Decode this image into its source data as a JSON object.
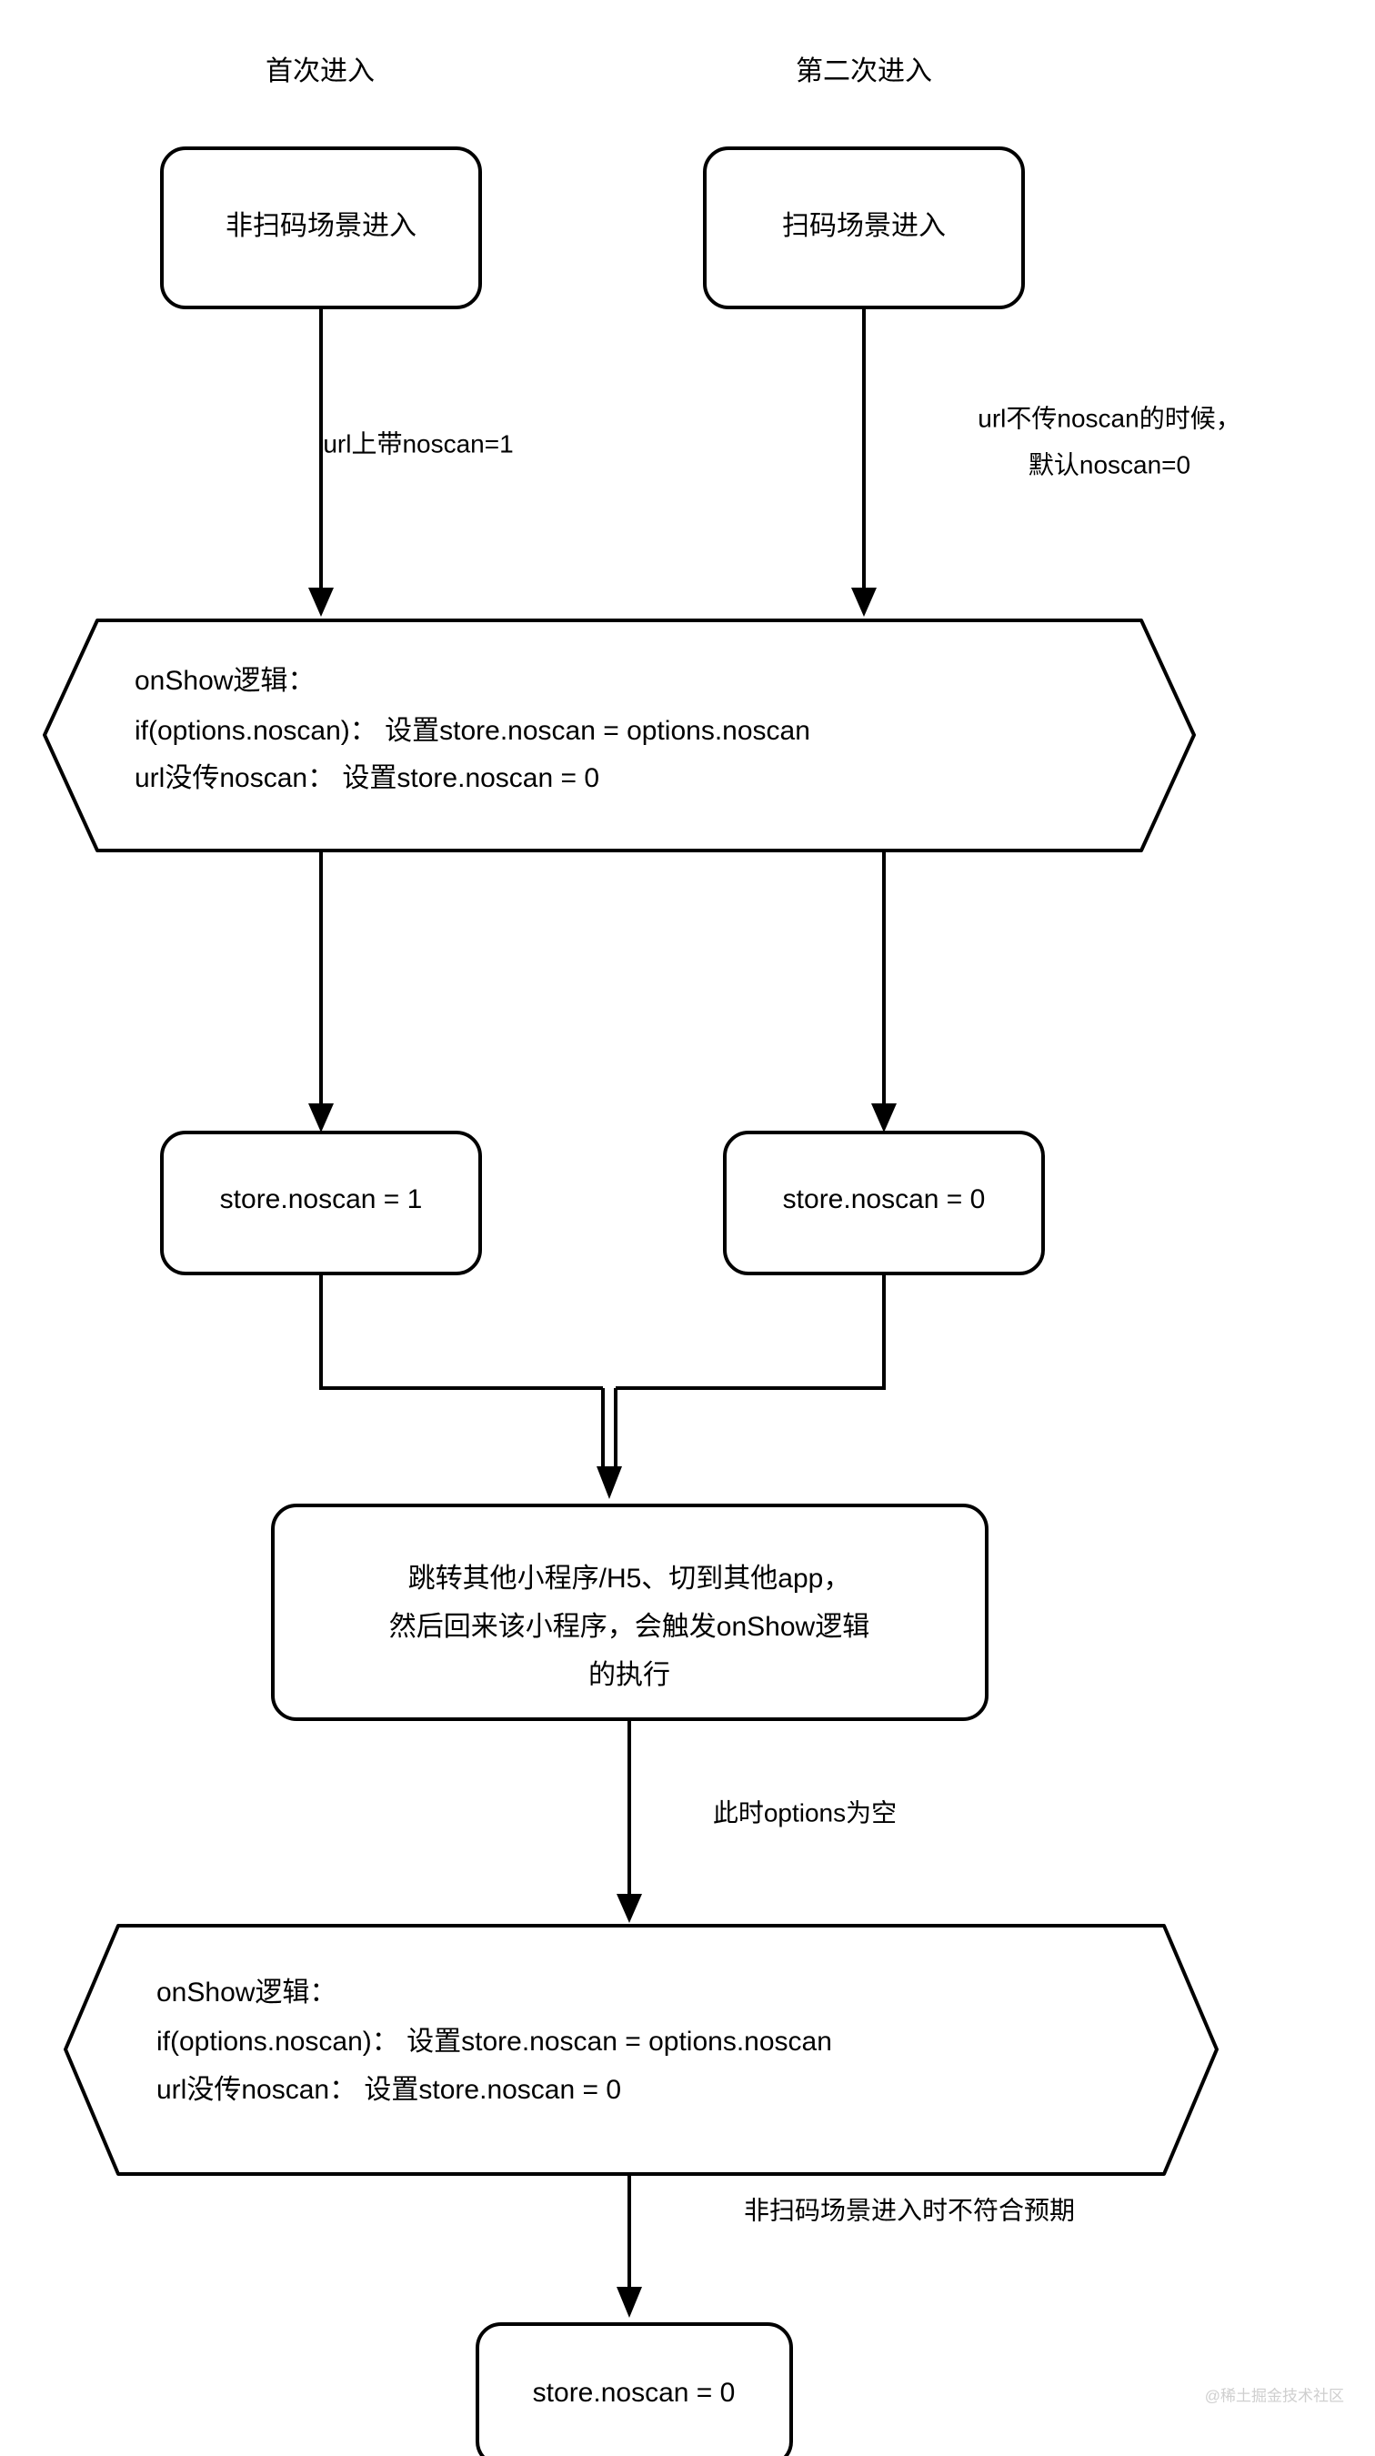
{
  "diagram": {
    "title_columns": [
      {
        "id": "first-entry",
        "label": "首次进入"
      },
      {
        "id": "second-entry",
        "label": "第二次进入"
      }
    ],
    "nodes": {
      "non_scan_entry": {
        "label": "非扫码场景进入",
        "shape": "rounded-rect"
      },
      "scan_entry": {
        "label": "扫码场景进入",
        "shape": "rounded-rect"
      },
      "onshow_logic_1": {
        "shape": "hexagon",
        "lines": [
          "onShow逻辑：",
          "if(options.noscan)： 设置store.noscan = options.noscan",
          "url没传noscan： 设置store.noscan = 0"
        ]
      },
      "store_noscan_1": {
        "label": "store.noscan = 1",
        "shape": "rounded-rect"
      },
      "store_noscan_0_mid": {
        "label": "store.noscan = 0",
        "shape": "rounded-rect"
      },
      "jump_back": {
        "shape": "rounded-rect",
        "lines": [
          "跳转其他小程序/H5、切到其他app，",
          "然后回来该小程序，会触发onShow逻辑",
          "的执行"
        ]
      },
      "onshow_logic_2": {
        "shape": "hexagon",
        "lines": [
          "onShow逻辑：",
          "if(options.noscan)： 设置store.noscan = options.noscan",
          "url没传noscan： 设置store.noscan = 0"
        ]
      },
      "store_noscan_0_final": {
        "label": "store.noscan = 0",
        "shape": "rounded-rect"
      }
    },
    "edge_labels": {
      "url_with_noscan": "url上带noscan=1",
      "url_without_noscan_line1": "url不传noscan的时候，",
      "url_without_noscan_line2": "默认noscan=0",
      "options_empty": "此时options为空",
      "not_expected": "非扫码场景进入时不符合预期"
    },
    "watermark": "@稀土掘金技术社区",
    "colors": {
      "stroke": "#000000",
      "background": "#ffffff",
      "watermark": "#cfcfcf"
    }
  }
}
